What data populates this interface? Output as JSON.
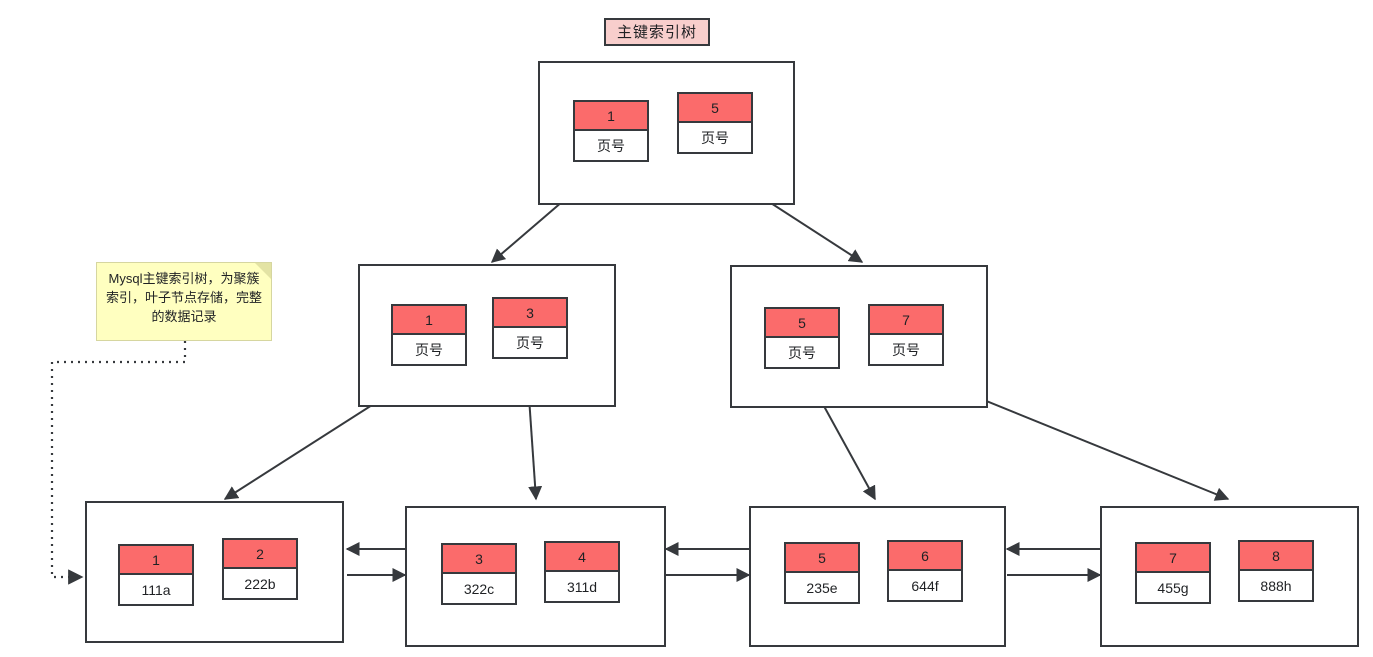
{
  "diagram": {
    "title": "主键索引树",
    "note": "Mysql主键索引树，为聚簇索引，叶子节点存储，完整的数据记录",
    "colors": {
      "key_fill": "#fb6b6b",
      "stroke": "#36393d",
      "title_fill": "#f8cecc",
      "note_fill": "#ffffc0",
      "node_fill": "#ffffff"
    },
    "page_label": "页号",
    "levels": {
      "root": {
        "name": "root-node",
        "cells": [
          {
            "key": "1",
            "value": "页号"
          },
          {
            "key": "5",
            "value": "页号"
          }
        ]
      },
      "internal": [
        {
          "name": "internal-node-left",
          "cells": [
            {
              "key": "1",
              "value": "页号"
            },
            {
              "key": "3",
              "value": "页号"
            }
          ]
        },
        {
          "name": "internal-node-right",
          "cells": [
            {
              "key": "5",
              "value": "页号"
            },
            {
              "key": "7",
              "value": "页号"
            }
          ]
        }
      ],
      "leaves": [
        {
          "name": "leaf-node-1",
          "cells": [
            {
              "key": "1",
              "value": "111a"
            },
            {
              "key": "2",
              "value": "222b"
            }
          ]
        },
        {
          "name": "leaf-node-2",
          "cells": [
            {
              "key": "3",
              "value": "322c"
            },
            {
              "key": "4",
              "value": "311d"
            }
          ]
        },
        {
          "name": "leaf-node-3",
          "cells": [
            {
              "key": "5",
              "value": "235e"
            },
            {
              "key": "6",
              "value": "644f"
            }
          ]
        },
        {
          "name": "leaf-node-4",
          "cells": [
            {
              "key": "7",
              "value": "455g"
            },
            {
              "key": "8",
              "value": "888h"
            }
          ]
        }
      ]
    }
  }
}
